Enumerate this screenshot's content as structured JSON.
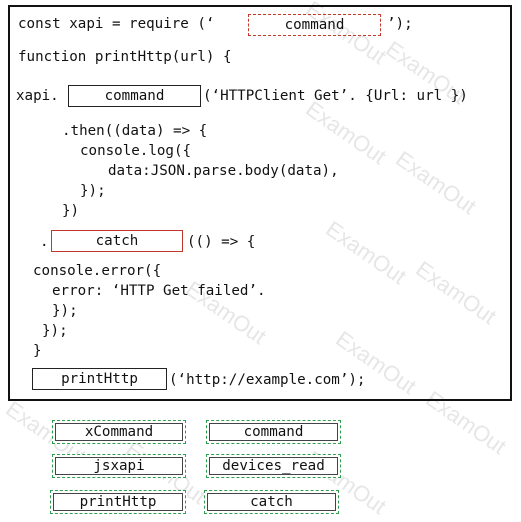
{
  "code": {
    "l1_pre": "const xapi = require (‘",
    "l1_post": "’);",
    "l2": "function printHttp(url) {",
    "l3_pre": "xapi.",
    "l3_post": "(‘HTTPClient Get’. {Url: url })",
    "l4": ".then((data) => {",
    "l5": "console.log({",
    "l6": "data:JSON.parse.body(data),",
    "l7": "});",
    "l8": "})",
    "l9_pre": ".",
    "l9_post": "(() => {",
    "l10": "console.error({",
    "l11": "error: ‘HTTP Get failed’.",
    "l12": "});",
    "l13": "});",
    "l14": "}",
    "l15_post": "(‘http://example.com’);"
  },
  "slots": {
    "slot1": "command",
    "slot2": "command",
    "slot3": "catch",
    "slot4": "printHttp"
  },
  "options": [
    "xCommand",
    "command",
    "jsxapi",
    "devices_read",
    "printHttp",
    "catch"
  ]
}
